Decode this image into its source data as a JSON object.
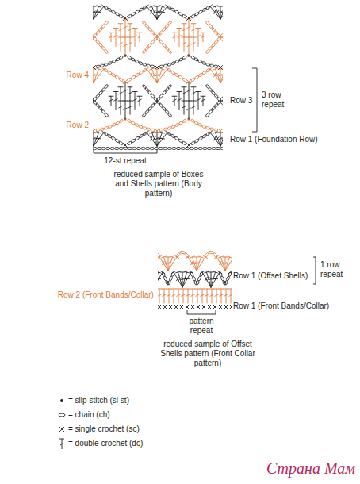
{
  "diagram": {
    "labels": [
      "Row 4",
      "Row 2",
      "Row 3",
      "3 row repeat",
      "Row 1 (Foundation Row)",
      "12-st repeat",
      "reduced sample of Boxes and Shells pattern (Body pattern)",
      "1 row repeat",
      "Row 1 (Offset Shells)",
      "Row 2 (Front Bands/Collar)",
      "Row 1 (Front Bands/Collar)",
      "pattern repeat",
      "reduced sample of Offset Shells pattern (Front Collar pattern)",
      "Страна Мам"
    ],
    "legend": [
      {
        "text": "= slip stitch (sl st)"
      },
      {
        "text": "= chain (ch)"
      },
      {
        "text": "= single crochet (sc)"
      },
      {
        "text": "= double crochet (dc)"
      }
    ]
  }
}
